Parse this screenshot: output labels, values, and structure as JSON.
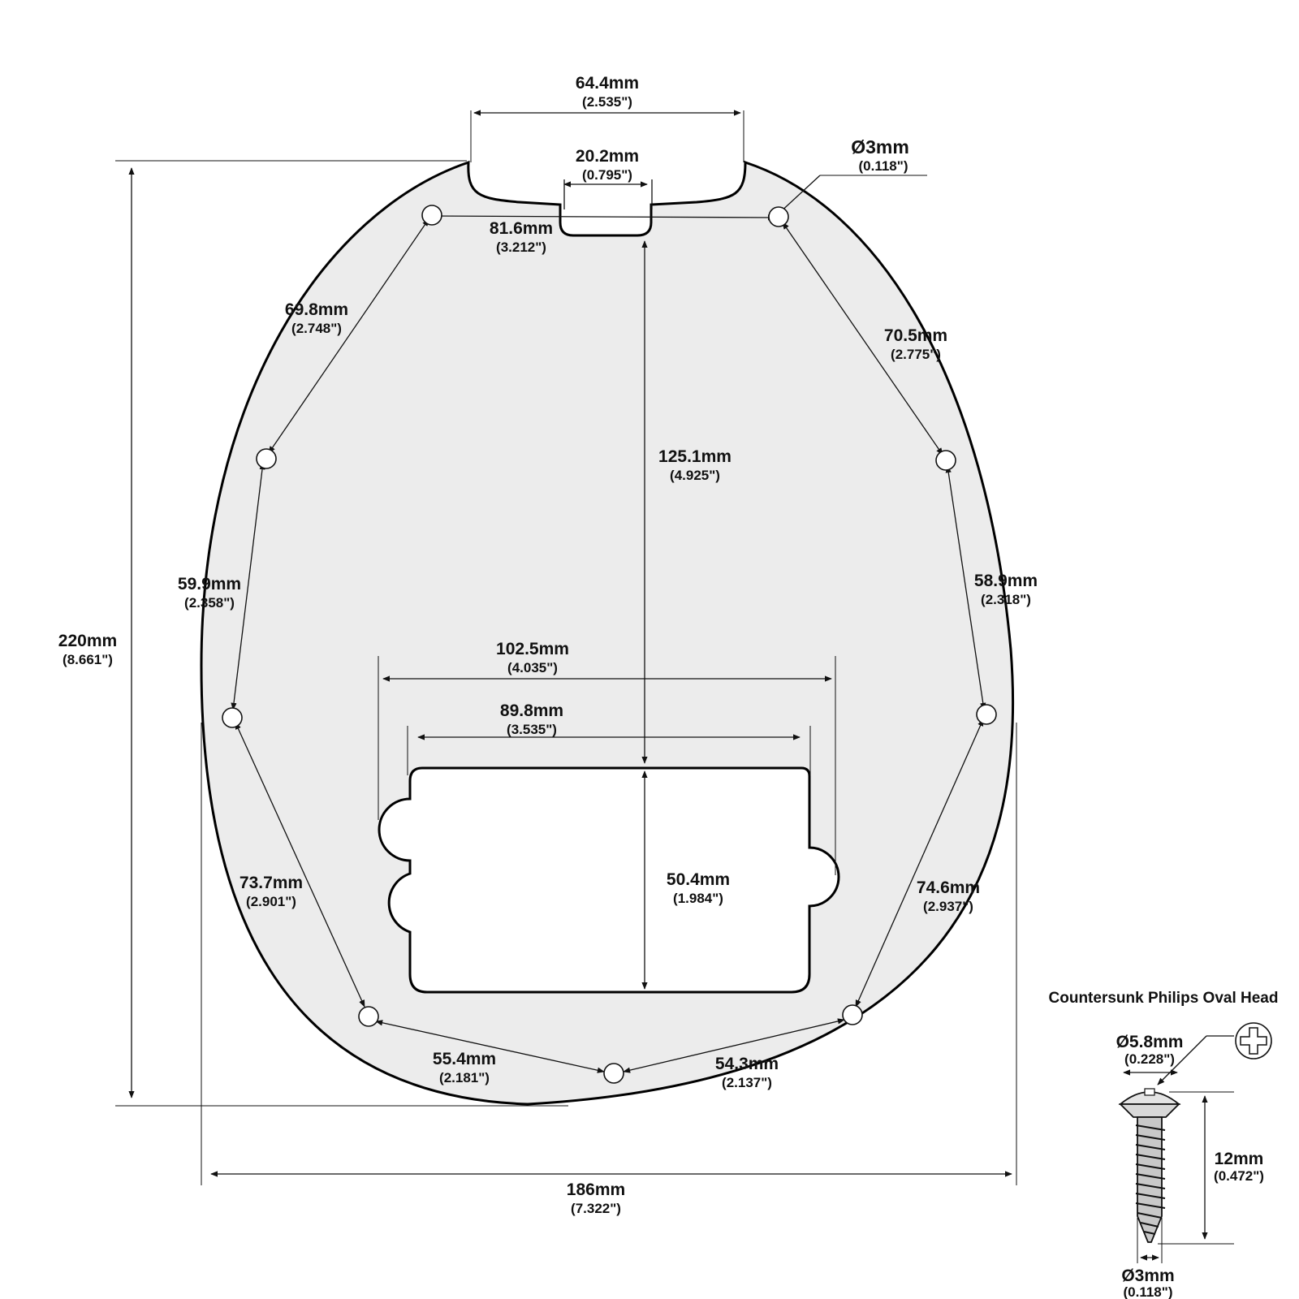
{
  "colors": {
    "plate_fill": "#ececec",
    "outline": "#000000",
    "line": "#111111",
    "background": "#ffffff"
  },
  "dims": {
    "top_width": {
      "mm": "64.4mm",
      "in": "(2.535\")"
    },
    "notch_width": {
      "mm": "20.2mm",
      "in": "(0.795\")"
    },
    "hole_diameter": {
      "mm": "Ø3mm",
      "in": "(0.118\")"
    },
    "top_holes": {
      "mm": "81.6mm",
      "in": "(3.212\")"
    },
    "left_upper": {
      "mm": "69.8mm",
      "in": "(2.748\")"
    },
    "right_upper": {
      "mm": "70.5mm",
      "in": "(2.775\")"
    },
    "notch_to_pickup": {
      "mm": "125.1mm",
      "in": "(4.925\")"
    },
    "left_mid": {
      "mm": "59.9mm",
      "in": "(2.358\")"
    },
    "right_mid": {
      "mm": "58.9mm",
      "in": "(2.318\")"
    },
    "total_height": {
      "mm": "220mm",
      "in": "(8.661\")"
    },
    "pickup_outer": {
      "mm": "102.5mm",
      "in": "(4.035\")"
    },
    "pickup_inner": {
      "mm": "89.8mm",
      "in": "(3.535\")"
    },
    "pickup_height": {
      "mm": "50.4mm",
      "in": "(1.984\")"
    },
    "left_lower": {
      "mm": "73.7mm",
      "in": "(2.901\")"
    },
    "right_lower": {
      "mm": "74.6mm",
      "in": "(2.937\")"
    },
    "bottom_left": {
      "mm": "55.4mm",
      "in": "(2.181\")"
    },
    "bottom_right": {
      "mm": "54.3mm",
      "in": "(2.137\")"
    },
    "total_width": {
      "mm": "186mm",
      "in": "(7.322\")"
    }
  },
  "screw": {
    "title": "Countersunk Philips Oval Head",
    "head_diameter": {
      "mm": "Ø5.8mm",
      "in": "(0.228\")"
    },
    "length": {
      "mm": "12mm",
      "in": "(0.472\")"
    },
    "shank_diameter": {
      "mm": "Ø3mm",
      "in": "(0.118\")"
    },
    "icon": "phillips-head-icon"
  }
}
